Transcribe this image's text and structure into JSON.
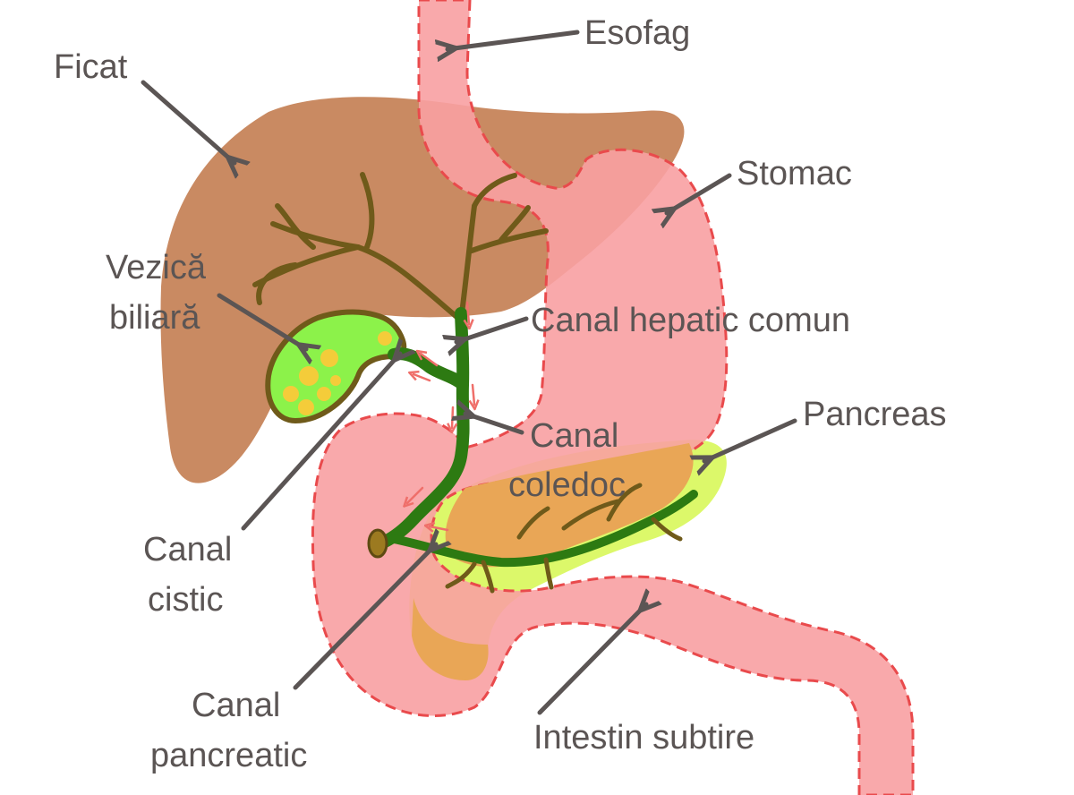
{
  "labels": {
    "ficat": "Ficat",
    "esofag": "Esofag",
    "stomac": "Stomac",
    "vezica_1": "Vezică",
    "vezica_2": "biliară",
    "hepatic": "Canal hepatic comun",
    "coledoc_1": "Canal",
    "coledoc_2": "coledoc",
    "pancreas": "Pancreas",
    "cistic_1": "Canal",
    "cistic_2": "cistic",
    "pancreatic_1": "Canal",
    "pancreatic_2": "pancreatic",
    "intestin": "Intestin subtire"
  },
  "colors": {
    "liver": "#c98a62",
    "stomach": "#f8a0a2",
    "stomach_outline": "#e94a4c",
    "pancreas": "#dcf86a",
    "pancreas_overlap": "#e9a656",
    "bile_duct": "#2d7a12",
    "liver_ducts": "#6f5a1a",
    "gallbladder": "#8cf24a",
    "gallstones": "#f4cc3a",
    "label_text": "#5b5554"
  }
}
